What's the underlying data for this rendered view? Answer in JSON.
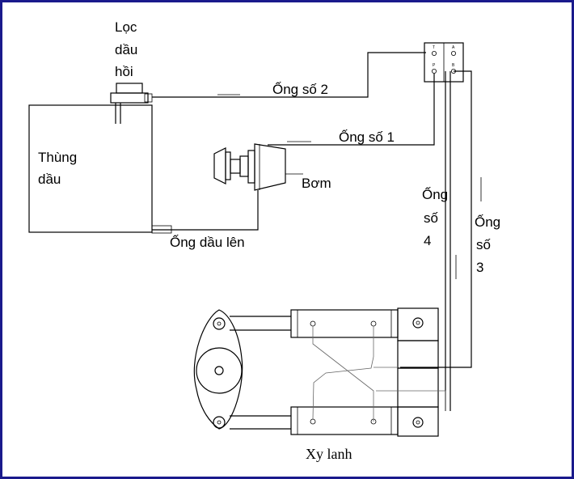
{
  "labels": {
    "filter": [
      "Lọc",
      "dầu",
      "hồi"
    ],
    "tank": [
      "Thùng",
      "dầu"
    ],
    "pipe2": "Ống số 2",
    "pipe1": "Ống số 1",
    "pump": "Bơm",
    "supply_pipe": "Ống dầu lên",
    "pipe4": [
      "Ống",
      "số",
      "4"
    ],
    "pipe3": [
      "Ống",
      "số",
      "3"
    ],
    "cylinder": "Xy lanh"
  },
  "valve_ports": [
    "T",
    "A",
    "P",
    "B"
  ]
}
